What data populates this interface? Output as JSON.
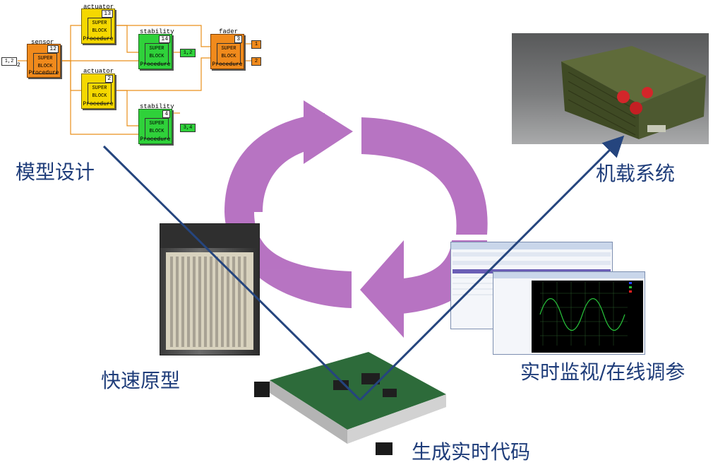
{
  "captions": {
    "model_design": "模型设计",
    "airborne_system": "机载系统",
    "rapid_prototype": "快速原型",
    "realtime_monitor": "实时监视/在线调参",
    "code_generation": "生成实时代码"
  },
  "block_diagram": {
    "input_label": "1,2",
    "blocks": [
      {
        "title": "sensor",
        "number": "12",
        "line1": "SUPER",
        "line2": "BLOCK",
        "footer": "Procedure"
      },
      {
        "title": "actuator",
        "number": "13",
        "line1": "SUPER",
        "line2": "BLOCK",
        "footer": "Procedure"
      },
      {
        "title": "stability",
        "number": "14",
        "line1": "SUPER",
        "line2": "BLOCK",
        "footer": "Procedure"
      },
      {
        "title": "fader",
        "number": "3",
        "line1": "SUPER",
        "line2": "BLOCK",
        "footer": "Procedure"
      },
      {
        "title": "actuator",
        "number": "2",
        "line1": "SUPER",
        "line2": "BLOCK",
        "footer": "Procedure"
      },
      {
        "title": "stability",
        "number": "4",
        "line1": "SUPER",
        "line2": "BLOCK",
        "footer": "Procedure"
      }
    ],
    "output_tags": [
      "1,2",
      "3,4",
      "1",
      "2"
    ],
    "pin_label": "2"
  },
  "colors": {
    "caption": "#1f3d7a",
    "cycle_arrow": "#b168bd",
    "connector_line": "#25457e",
    "block_orange": "#f08a1c",
    "block_yellow": "#f5d800",
    "block_green": "#2fd13a",
    "wire": "#e9901c"
  }
}
